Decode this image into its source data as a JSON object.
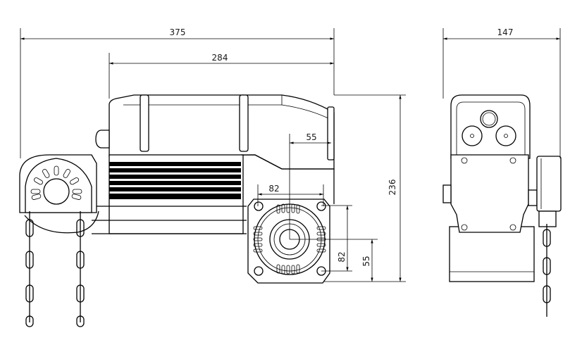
{
  "drawing": {
    "front_view": {
      "overall_length": "375",
      "motor_length": "284",
      "shaft_offset_horizontal": "55",
      "flange_width": "82",
      "flange_height": "82",
      "shaft_height": "55",
      "overall_height": "236"
    },
    "side_view": {
      "overall_width": "147"
    }
  }
}
